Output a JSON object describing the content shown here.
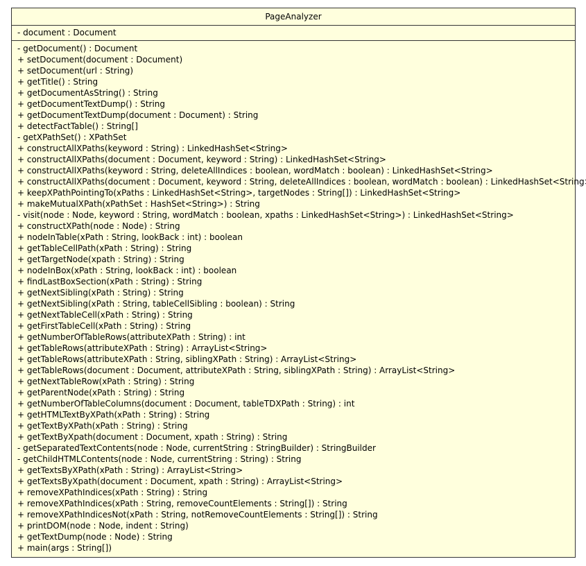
{
  "class_box": {
    "name": "PageAnalyzer",
    "attributes": [
      "- document : Document"
    ],
    "methods": [
      "- getDocument() : Document",
      "+ setDocument(document : Document)",
      "+ setDocument(url : String)",
      "+ getTitle() : String",
      "+ getDocumentAsString() : String",
      "+ getDocumentTextDump() : String",
      "+ getDocumentTextDump(document : Document) : String",
      "+ detectFactTable() : String[]",
      "- getXPathSet() : XPathSet",
      "+ constructAllXPaths(keyword : String) : LinkedHashSet<String>",
      "+ constructAllXPaths(document : Document, keyword : String) : LinkedHashSet<String>",
      "+ constructAllXPaths(keyword : String, deleteAllIndices : boolean, wordMatch : boolean) : LinkedHashSet<String>",
      "+ constructAllXPaths(document : Document, keyword : String, deleteAllIndices : boolean, wordMatch : boolean) : LinkedHashSet<String>",
      "+ keepXPathPointingTo(xPaths : LinkedHashSet<String>, targetNodes : String[]) : LinkedHashSet<String>",
      "+ makeMutualXPath(xPathSet : HashSet<String>) : String",
      "- visit(node : Node, keyword : String, wordMatch : boolean, xpaths : LinkedHashSet<String>) : LinkedHashSet<String>",
      "+ constructXPath(node : Node) : String",
      "+ nodeInTable(xPath : String, lookBack : int) : boolean",
      "+ getTableCellPath(xPath : String) : String",
      "+ getTargetNode(xpath : String) : String",
      "+ nodeInBox(xPath : String, lookBack : int) : boolean",
      "+ findLastBoxSection(xPath : String) : String",
      "+ getNextSibling(xPath : String) : String",
      "+ getNextSibling(xPath : String, tableCellSibling : boolean) : String",
      "+ getNextTableCell(xPath : String) : String",
      "+ getFirstTableCell(xPath : String) : String",
      "+ getNumberOfTableRows(attributeXPath : String) : int",
      "+ getTableRows(attributeXPath : String) : ArrayList<String>",
      "+ getTableRows(attributeXPath : String, siblingXPath : String) : ArrayList<String>",
      "+ getTableRows(document : Document, attributeXPath : String, siblingXPath : String) : ArrayList<String>",
      "+ getNextTableRow(xPath : String) : String",
      "+ getParentNode(xPath : String) : String",
      "+ getNumberOfTableColumns(document : Document, tableTDXPath : String) : int",
      "+ getHTMLTextByXPath(xPath : String) : String",
      "+ getTextByXPath(xPath : String) : String",
      "+ getTextByXpath(document : Document, xpath : String) : String",
      "- getSeparatedTextContents(node : Node, currentString : StringBuilder) : StringBuilder",
      "- getChildHTMLContents(node : Node, currentString : String) : String",
      "+ getTextsByXPath(xPath : String) : ArrayList<String>",
      "+ getTextsByXpath(document : Document, xpath : String) : ArrayList<String>",
      "+ removeXPathIndices(xPath : String) : String",
      "+ removeXPathIndices(xPath : String, removeCountElements : String[]) : String",
      "+ removeXPathIndicesNot(xPath : String, notRemoveCountElements : String[]) : String",
      "+ printDOM(node : Node, indent : String)",
      "+ getTextDump(node : Node) : String",
      "+ main(args : String[])"
    ]
  },
  "colors": {
    "box_fill": "#ffffdd",
    "box_border": "#333333",
    "text": "#000000"
  }
}
